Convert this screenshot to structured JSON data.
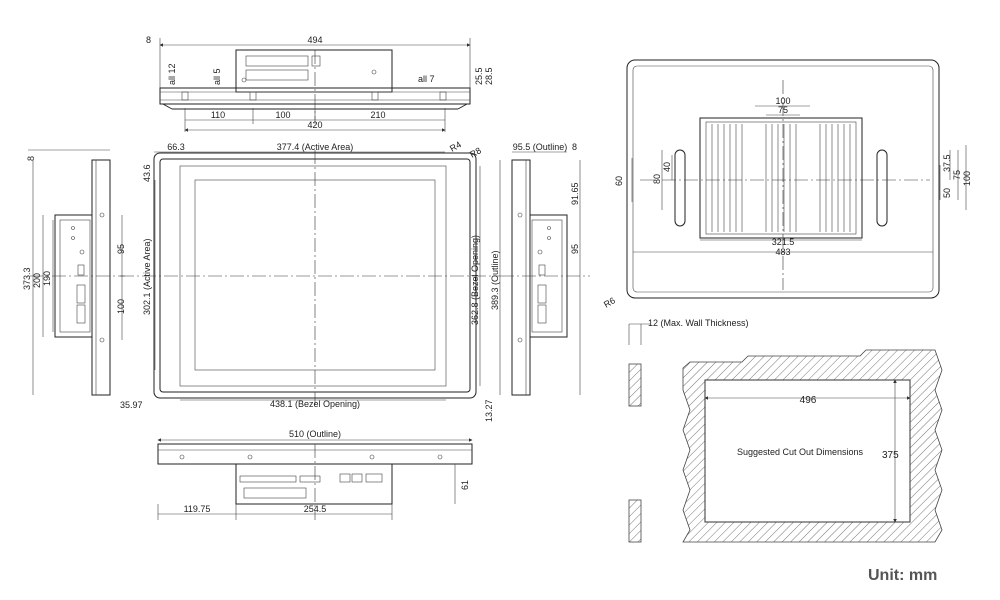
{
  "top_view": {
    "dim_8": "8",
    "dim_494": "494",
    "dim_all12": "all 12",
    "dim_all5": "all 5",
    "dim_all7": "all 7",
    "dim_25_5": "25.5",
    "dim_28_5": "28.5",
    "dim_110": "110",
    "dim_100": "100",
    "dim_210": "210",
    "dim_420": "420"
  },
  "front_view": {
    "dim_66_3": "66.3",
    "active_w": "377.4 (Active Area)",
    "r4": "R4",
    "r8": "R8",
    "dim_43_6": "43.6",
    "active_h": "302.1 (Active Area)",
    "bezel_h": "362.8 (Bezel Opening)",
    "bezel_w": "438.1 (Bezel Opening)",
    "dim_35_97": "35.97",
    "dim_13_27": "13.27"
  },
  "left_side_view": {
    "dim_8": "8",
    "dim_373_3": "373.3",
    "dim_200": "200",
    "dim_190": "190",
    "dim_95": "95",
    "dim_100": "100"
  },
  "right_side_view": {
    "outline": "95.5 (Outline)",
    "dim_8": "8",
    "dim_91_65": "91.65",
    "dim_95": "95",
    "outline_h": "389.3 (Outline)"
  },
  "bottom_view": {
    "outline": "510 (Outline)",
    "dim_61": "61",
    "dim_119_75": "119.75",
    "dim_254_5": "254.5"
  },
  "rear_view": {
    "dim_100": "100",
    "dim_75": "75",
    "dim_60": "60",
    "dim_80": "80",
    "dim_40": "40",
    "dim_50": "50",
    "dim_37_5": "37.5",
    "dim_75_right": "75",
    "dim_100_right": "100",
    "dim_321_5": "321.5",
    "dim_483": "483",
    "r6": "R6"
  },
  "cutout": {
    "wall": "12 (Max. Wall Thickness)",
    "width": "496",
    "height": "375",
    "caption": "Suggested Cut Out Dimensions"
  },
  "unit_label": "Unit: mm"
}
